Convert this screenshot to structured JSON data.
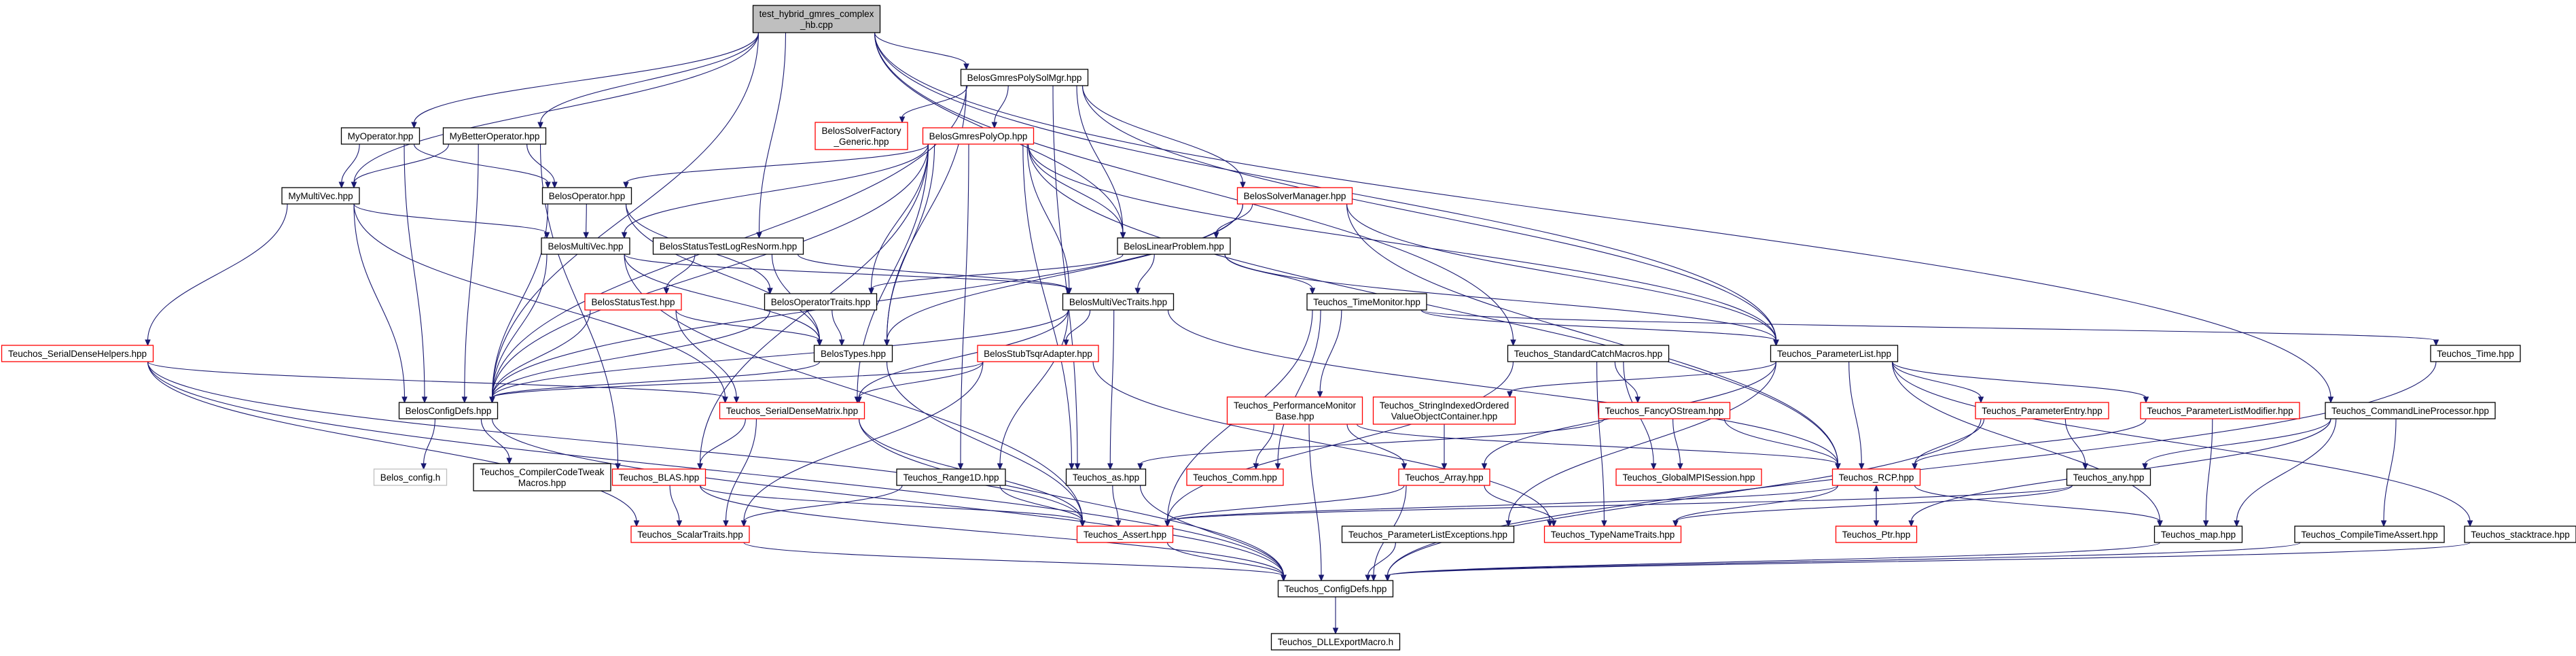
{
  "diagram": {
    "title": "test_hybrid_gmres_complex_hb.cpp include dependency graph",
    "colors": {
      "edge": "#191970",
      "root_fill": "#bfbfbf",
      "border_black": "#000000",
      "border_red": "#ff0000",
      "border_gray": "#bfbfbf",
      "node_fill": "#ffffff"
    },
    "nodes": [
      {
        "id": "root",
        "lines": [
          "test_hybrid_gmres_complex",
          "_hb.cpp"
        ],
        "style": "root"
      },
      {
        "id": "gmrespoly_solmgr",
        "lines": [
          "BelosGmresPolySolMgr.hpp"
        ],
        "style": "black"
      },
      {
        "id": "myoperator",
        "lines": [
          "MyOperator.hpp"
        ],
        "style": "black"
      },
      {
        "id": "mybetteroperator",
        "lines": [
          "MyBetterOperator.hpp"
        ],
        "style": "black"
      },
      {
        "id": "solverfactory_generic",
        "lines": [
          "BelosSolverFactory",
          "_Generic.hpp"
        ],
        "style": "red"
      },
      {
        "id": "gmrespolyop",
        "lines": [
          "BelosGmresPolyOp.hpp"
        ],
        "style": "red"
      },
      {
        "id": "mymultivec",
        "lines": [
          "MyMultiVec.hpp"
        ],
        "style": "black"
      },
      {
        "id": "belosoperator",
        "lines": [
          "BelosOperator.hpp"
        ],
        "style": "black"
      },
      {
        "id": "solvermanager",
        "lines": [
          "BelosSolverManager.hpp"
        ],
        "style": "red"
      },
      {
        "id": "belosmultivec",
        "lines": [
          "BelosMultiVec.hpp"
        ],
        "style": "black"
      },
      {
        "id": "statustest_logresnorm",
        "lines": [
          "BelosStatusTestLogResNorm.hpp"
        ],
        "style": "black"
      },
      {
        "id": "linearproblem",
        "lines": [
          "BelosLinearProblem.hpp"
        ],
        "style": "black"
      },
      {
        "id": "statustest",
        "lines": [
          "BelosStatusTest.hpp"
        ],
        "style": "red"
      },
      {
        "id": "operatortraits",
        "lines": [
          "BelosOperatorTraits.hpp"
        ],
        "style": "black"
      },
      {
        "id": "multivectraits",
        "lines": [
          "BelosMultiVecTraits.hpp"
        ],
        "style": "black"
      },
      {
        "id": "timemonitor",
        "lines": [
          "Teuchos_TimeMonitor.hpp"
        ],
        "style": "black"
      },
      {
        "id": "serialdensehelpers",
        "lines": [
          "Teuchos_SerialDenseHelpers.hpp"
        ],
        "style": "red"
      },
      {
        "id": "belostypes",
        "lines": [
          "BelosTypes.hpp"
        ],
        "style": "black"
      },
      {
        "id": "stubtsqradapter",
        "lines": [
          "BelosStubTsqrAdapter.hpp"
        ],
        "style": "red"
      },
      {
        "id": "standardcatchmacros",
        "lines": [
          "Teuchos_StandardCatchMacros.hpp"
        ],
        "style": "black"
      },
      {
        "id": "parameterlist",
        "lines": [
          "Teuchos_ParameterList.hpp"
        ],
        "style": "black"
      },
      {
        "id": "teuchos_time",
        "lines": [
          "Teuchos_Time.hpp"
        ],
        "style": "black"
      },
      {
        "id": "belosconfigdefs",
        "lines": [
          "BelosConfigDefs.hpp"
        ],
        "style": "black"
      },
      {
        "id": "serialdensematrix",
        "lines": [
          "Teuchos_SerialDenseMatrix.hpp"
        ],
        "style": "red"
      },
      {
        "id": "perfmonitorbase",
        "lines": [
          "Teuchos_PerformanceMonitor",
          "Base.hpp"
        ],
        "style": "red"
      },
      {
        "id": "stringindexed",
        "lines": [
          "Teuchos_StringIndexedOrdered",
          "ValueObjectContainer.hpp"
        ],
        "style": "red"
      },
      {
        "id": "fancyostream",
        "lines": [
          "Teuchos_FancyOStream.hpp"
        ],
        "style": "red"
      },
      {
        "id": "parameterentry",
        "lines": [
          "Teuchos_ParameterEntry.hpp"
        ],
        "style": "red"
      },
      {
        "id": "paramlistmodifier",
        "lines": [
          "Teuchos_ParameterListModifier.hpp"
        ],
        "style": "red"
      },
      {
        "id": "commandlineprocessor",
        "lines": [
          "Teuchos_CommandLineProcessor.hpp"
        ],
        "style": "black"
      },
      {
        "id": "belos_config",
        "lines": [
          "Belos_config.h"
        ],
        "style": "gray"
      },
      {
        "id": "compilercodetweak",
        "lines": [
          "Teuchos_CompilerCodeTweak",
          "Macros.hpp"
        ],
        "style": "black"
      },
      {
        "id": "blas",
        "lines": [
          "Teuchos_BLAS.hpp"
        ],
        "style": "red"
      },
      {
        "id": "range1d",
        "lines": [
          "Teuchos_Range1D.hpp"
        ],
        "style": "black"
      },
      {
        "id": "teuchos_as",
        "lines": [
          "Teuchos_as.hpp"
        ],
        "style": "black"
      },
      {
        "id": "comm",
        "lines": [
          "Teuchos_Comm.hpp"
        ],
        "style": "red"
      },
      {
        "id": "teuchos_array",
        "lines": [
          "Teuchos_Array.hpp"
        ],
        "style": "red"
      },
      {
        "id": "globalmpisession",
        "lines": [
          "Teuchos_GlobalMPISession.hpp"
        ],
        "style": "red"
      },
      {
        "id": "rcp",
        "lines": [
          "Teuchos_RCP.hpp"
        ],
        "style": "red"
      },
      {
        "id": "teuchos_any",
        "lines": [
          "Teuchos_any.hpp"
        ],
        "style": "black"
      },
      {
        "id": "scalartraits",
        "lines": [
          "Teuchos_ScalarTraits.hpp"
        ],
        "style": "red"
      },
      {
        "id": "assert",
        "lines": [
          "Teuchos_Assert.hpp"
        ],
        "style": "red"
      },
      {
        "id": "paramlistexceptions",
        "lines": [
          "Teuchos_ParameterListExceptions.hpp"
        ],
        "style": "black"
      },
      {
        "id": "typenametraits",
        "lines": [
          "Teuchos_TypeNameTraits.hpp"
        ],
        "style": "red"
      },
      {
        "id": "ptr",
        "lines": [
          "Teuchos_Ptr.hpp"
        ],
        "style": "red"
      },
      {
        "id": "teuchos_map",
        "lines": [
          "Teuchos_map.hpp"
        ],
        "style": "black"
      },
      {
        "id": "compiletimeassert",
        "lines": [
          "Teuchos_CompileTimeAssert.hpp"
        ],
        "style": "black"
      },
      {
        "id": "stacktrace",
        "lines": [
          "Teuchos_stacktrace.hpp"
        ],
        "style": "black"
      },
      {
        "id": "teuchos_configdefs",
        "lines": [
          "Teuchos_ConfigDefs.hpp"
        ],
        "style": "black"
      },
      {
        "id": "dllexportmacro",
        "lines": [
          "Teuchos_DLLExportMacro.h"
        ],
        "style": "black"
      }
    ],
    "edges": [
      [
        "root",
        "gmrespoly_solmgr"
      ],
      [
        "root",
        "myoperator"
      ],
      [
        "root",
        "mybetteroperator"
      ],
      [
        "root",
        "mymultivec"
      ],
      [
        "root",
        "statustest_logresnorm"
      ],
      [
        "root",
        "linearproblem"
      ],
      [
        "root",
        "standardcatchmacros"
      ],
      [
        "root",
        "parameterlist"
      ],
      [
        "root",
        "commandlineprocessor"
      ],
      [
        "root",
        "belosconfigdefs"
      ],
      [
        "gmrespoly_solmgr",
        "solverfactory_generic"
      ],
      [
        "gmrespoly_solmgr",
        "gmrespolyop"
      ],
      [
        "gmrespoly_solmgr",
        "solvermanager"
      ],
      [
        "gmrespoly_solmgr",
        "linearproblem"
      ],
      [
        "gmrespoly_solmgr",
        "belostypes"
      ],
      [
        "gmrespoly_solmgr",
        "parameterlist"
      ],
      [
        "gmrespoly_solmgr",
        "teuchos_as"
      ],
      [
        "gmrespoly_solmgr",
        "belosconfigdefs"
      ],
      [
        "myoperator",
        "belosoperator"
      ],
      [
        "myoperator",
        "mymultivec"
      ],
      [
        "myoperator",
        "belosconfigdefs"
      ],
      [
        "mybetteroperator",
        "belosoperator"
      ],
      [
        "mybetteroperator",
        "mymultivec"
      ],
      [
        "mybetteroperator",
        "belosconfigdefs"
      ],
      [
        "mybetteroperator",
        "blas"
      ],
      [
        "gmrespolyop",
        "belosoperator"
      ],
      [
        "gmrespolyop",
        "belosmultivec"
      ],
      [
        "gmrespolyop",
        "linearproblem"
      ],
      [
        "gmrespolyop",
        "operatortraits"
      ],
      [
        "gmrespolyop",
        "multivectraits"
      ],
      [
        "gmrespolyop",
        "belostypes"
      ],
      [
        "gmrespolyop",
        "serialdensematrix"
      ],
      [
        "gmrespolyop",
        "blas"
      ],
      [
        "gmrespolyop",
        "parameterlist"
      ],
      [
        "gmrespolyop",
        "rcp"
      ],
      [
        "gmrespolyop",
        "teuchos_as"
      ],
      [
        "gmrespolyop",
        "belosconfigdefs"
      ],
      [
        "gmrespolyop",
        "range1d"
      ],
      [
        "mymultivec",
        "belosmultivec"
      ],
      [
        "mymultivec",
        "serialdensehelpers"
      ],
      [
        "mymultivec",
        "belosconfigdefs"
      ],
      [
        "mymultivec",
        "serialdensematrix"
      ],
      [
        "belosoperator",
        "belosmultivec"
      ],
      [
        "belosoperator",
        "operatortraits"
      ],
      [
        "belosoperator",
        "belostypes"
      ],
      [
        "belosoperator",
        "belosconfigdefs"
      ],
      [
        "solvermanager",
        "linearproblem"
      ],
      [
        "solvermanager",
        "belostypes"
      ],
      [
        "solvermanager",
        "parameterlist"
      ],
      [
        "solvermanager",
        "rcp"
      ],
      [
        "solvermanager",
        "belosconfigdefs"
      ],
      [
        "belosmultivec",
        "multivectraits"
      ],
      [
        "belosmultivec",
        "belostypes"
      ],
      [
        "belosmultivec",
        "belosconfigdefs"
      ],
      [
        "belosmultivec",
        "assert"
      ],
      [
        "statustest_logresnorm",
        "statustest"
      ],
      [
        "statustest_logresnorm",
        "multivectraits"
      ],
      [
        "statustest_logresnorm",
        "belostypes"
      ],
      [
        "linearproblem",
        "operatortraits"
      ],
      [
        "linearproblem",
        "multivectraits"
      ],
      [
        "linearproblem",
        "timemonitor"
      ],
      [
        "linearproblem",
        "parameterlist"
      ],
      [
        "statustest",
        "belostypes"
      ],
      [
        "statustest",
        "belosconfigdefs"
      ],
      [
        "statustest",
        "serialdensematrix"
      ],
      [
        "operatortraits",
        "belostypes"
      ],
      [
        "operatortraits",
        "belosconfigdefs"
      ],
      [
        "multivectraits",
        "stubtsqradapter"
      ],
      [
        "multivectraits",
        "belosconfigdefs"
      ],
      [
        "multivectraits",
        "serialdensematrix"
      ],
      [
        "multivectraits",
        "rcp"
      ],
      [
        "multivectraits",
        "teuchos_as"
      ],
      [
        "multivectraits",
        "range1d"
      ],
      [
        "timemonitor",
        "perfmonitorbase"
      ],
      [
        "timemonitor",
        "teuchos_time"
      ],
      [
        "timemonitor",
        "assert"
      ],
      [
        "timemonitor",
        "parameterlist"
      ],
      [
        "timemonitor",
        "comm"
      ],
      [
        "serialdensehelpers",
        "serialdensematrix"
      ],
      [
        "serialdensehelpers",
        "scalartraits"
      ],
      [
        "serialdensehelpers",
        "teuchos_configdefs"
      ],
      [
        "serialdensehelpers",
        "assert"
      ],
      [
        "belostypes",
        "belosconfigdefs"
      ],
      [
        "belostypes",
        "assert"
      ],
      [
        "stubtsqradapter",
        "serialdensematrix"
      ],
      [
        "stubtsqradapter",
        "scalartraits"
      ],
      [
        "stubtsqradapter",
        "typenametraits"
      ],
      [
        "stubtsqradapter",
        "belosconfigdefs"
      ],
      [
        "standardcatchmacros",
        "fancyostream"
      ],
      [
        "standardcatchmacros",
        "globalmpisession"
      ],
      [
        "standardcatchmacros",
        "typenametraits"
      ],
      [
        "standardcatchmacros",
        "assert"
      ],
      [
        "parameterlist",
        "stringindexed"
      ],
      [
        "parameterlist",
        "parameterentry"
      ],
      [
        "parameterlist",
        "paramlistmodifier"
      ],
      [
        "parameterlist",
        "paramlistexceptions"
      ],
      [
        "parameterlist",
        "teuchos_array"
      ],
      [
        "parameterlist",
        "rcp"
      ],
      [
        "parameterlist",
        "teuchos_map"
      ],
      [
        "parameterlist",
        "stacktrace"
      ],
      [
        "teuchos_time",
        "teuchos_configdefs"
      ],
      [
        "belosconfigdefs",
        "belos_config"
      ],
      [
        "belosconfigdefs",
        "compilercodetweak"
      ],
      [
        "belosconfigdefs",
        "teuchos_configdefs"
      ],
      [
        "serialdensematrix",
        "blas"
      ],
      [
        "serialdensematrix",
        "scalartraits"
      ],
      [
        "serialdensematrix",
        "assert"
      ],
      [
        "serialdensematrix",
        "teuchos_configdefs"
      ],
      [
        "perfmonitorbase",
        "comm"
      ],
      [
        "perfmonitorbase",
        "teuchos_array"
      ],
      [
        "perfmonitorbase",
        "rcp"
      ],
      [
        "perfmonitorbase",
        "teuchos_configdefs"
      ],
      [
        "stringindexed",
        "teuchos_array"
      ],
      [
        "fancyostream",
        "rcp"
      ],
      [
        "fancyostream",
        "globalmpisession"
      ],
      [
        "fancyostream",
        "teuchos_as"
      ],
      [
        "parameterentry",
        "rcp"
      ],
      [
        "parameterentry",
        "teuchos_any"
      ],
      [
        "parameterentry",
        "teuchos_configdefs"
      ],
      [
        "paramlistmodifier",
        "rcp"
      ],
      [
        "paramlistmodifier",
        "teuchos_map"
      ],
      [
        "commandlineprocessor",
        "teuchos_any"
      ],
      [
        "commandlineprocessor",
        "teuchos_map"
      ],
      [
        "commandlineprocessor",
        "compiletimeassert"
      ],
      [
        "commandlineprocessor",
        "ptr"
      ],
      [
        "blas",
        "scalartraits"
      ],
      [
        "blas",
        "assert"
      ],
      [
        "blas",
        "teuchos_configdefs"
      ],
      [
        "range1d",
        "scalartraits"
      ],
      [
        "range1d",
        "assert"
      ],
      [
        "teuchos_as",
        "assert"
      ],
      [
        "teuchos_as",
        "teuchos_configdefs"
      ],
      [
        "teuchos_array",
        "assert"
      ],
      [
        "teuchos_array",
        "typenametraits"
      ],
      [
        "teuchos_array",
        "teuchos_configdefs"
      ],
      [
        "rcp",
        "ptr"
      ],
      [
        "rcp",
        "assert"
      ],
      [
        "rcp",
        "typenametraits"
      ],
      [
        "rcp",
        "teuchos_map"
      ],
      [
        "teuchos_any",
        "assert"
      ],
      [
        "teuchos_any",
        "typenametraits"
      ],
      [
        "scalartraits",
        "teuchos_configdefs"
      ],
      [
        "assert",
        "teuchos_configdefs"
      ],
      [
        "paramlistexceptions",
        "teuchos_configdefs"
      ],
      [
        "ptr",
        "rcp"
      ],
      [
        "teuchos_map",
        "teuchos_configdefs"
      ],
      [
        "compiletimeassert",
        "teuchos_configdefs"
      ],
      [
        "stacktrace",
        "teuchos_configdefs"
      ],
      [
        "teuchos_configdefs",
        "dllexportmacro"
      ]
    ]
  }
}
